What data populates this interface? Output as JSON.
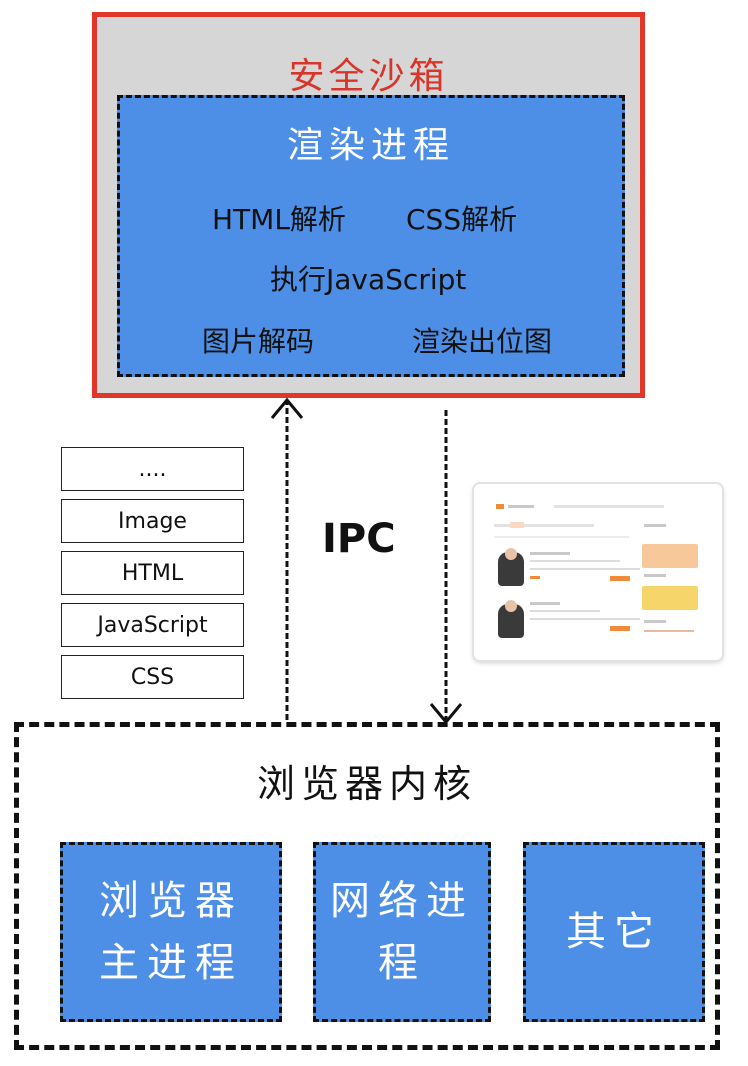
{
  "sandbox": {
    "title": "安全沙箱",
    "renderer": {
      "title": "渲染进程",
      "items": [
        "HTML解析",
        "CSS解析",
        "执行JavaScript",
        "图片解码",
        "渲染出位图"
      ]
    }
  },
  "ipc_label": "IPC",
  "resources": [
    "....",
    "Image",
    "HTML",
    "JavaScript",
    "CSS"
  ],
  "kernel": {
    "title": "浏览器内核",
    "processes": [
      {
        "line1": "浏览器",
        "line2": "主进程"
      },
      {
        "line1": "网络进",
        "line2": "程"
      },
      {
        "line1": "其它",
        "line2": ""
      }
    ]
  },
  "colors": {
    "sandbox_border": "#e0372a",
    "sandbox_fill": "#d6d6d6",
    "process_fill": "#4d8fe6",
    "accent_orange": "#f28a3c"
  }
}
